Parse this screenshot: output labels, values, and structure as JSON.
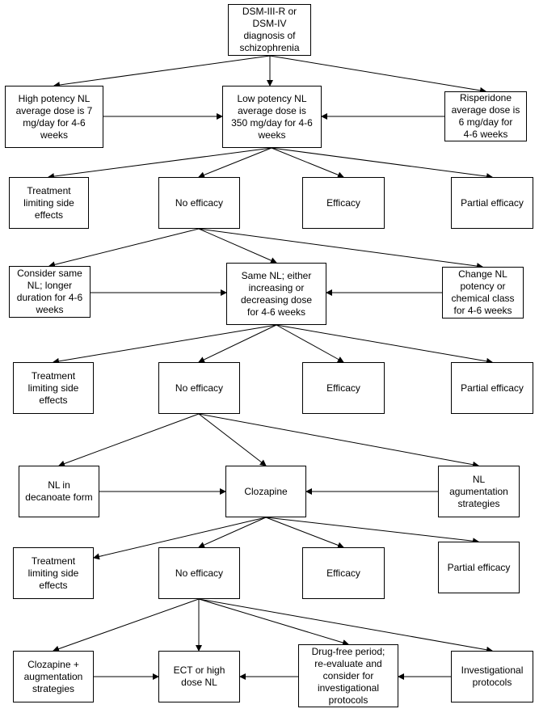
{
  "colors": {
    "line": "#000000",
    "box_border": "#000000",
    "background": "#ffffff"
  },
  "nodes": {
    "root": {
      "text": "DSM-III-R or\nDSM-IV\ndiagnosis of\nschizophrenia"
    },
    "high_potency": {
      "text": "High potency NL\naverage dose is 7\nmg/day for 4-6\nweeks"
    },
    "low_potency": {
      "text": "Low potency NL\naverage dose is\n350 mg/day for 4-6\nweeks"
    },
    "risperidone": {
      "text": "Risperidone\naverage dose is\n6 mg/day for\n4-6 weeks"
    },
    "r1_side": {
      "text": "Treatment\nlimiting side\neffects"
    },
    "r1_noeff": {
      "text": "No efficacy"
    },
    "r1_eff": {
      "text": "Efficacy"
    },
    "r1_partial": {
      "text": "Partial efficacy"
    },
    "consider_same": {
      "text": "Consider same\nNL; longer\nduration for 4-6\nweeks"
    },
    "same_nl": {
      "text": "Same NL; either\nincreasing or\ndecreasing dose\nfor 4-6 weeks"
    },
    "change_nl": {
      "text": "Change NL\npotency or\nchemical class\nfor 4-6 weeks"
    },
    "r2_side": {
      "text": "Treatment\nlimiting side\neffects"
    },
    "r2_noeff": {
      "text": "No efficacy"
    },
    "r2_eff": {
      "text": "Efficacy"
    },
    "r2_partial": {
      "text": "Partial efficacy"
    },
    "decanoate": {
      "text": "NL in\ndecanoate form"
    },
    "clozapine": {
      "text": "Clozapine"
    },
    "augmentation": {
      "text": "NL\nagumentation\nstrategies"
    },
    "r3_side": {
      "text": "Treatment\nlimiting side\neffects"
    },
    "r3_noeff": {
      "text": "No efficacy"
    },
    "r3_eff": {
      "text": "Efficacy"
    },
    "r3_partial": {
      "text": "Partial efficacy"
    },
    "cloz_aug": {
      "text": "Clozapine +\naugmentation\nstrategies"
    },
    "ect": {
      "text": "ECT or high\ndose NL"
    },
    "drug_free": {
      "text": "Drug-free period;\nre-evaluate and\nconsider for\ninvestigational\nprotocols"
    },
    "investigational": {
      "text": "Investigational\nprotocols"
    }
  }
}
